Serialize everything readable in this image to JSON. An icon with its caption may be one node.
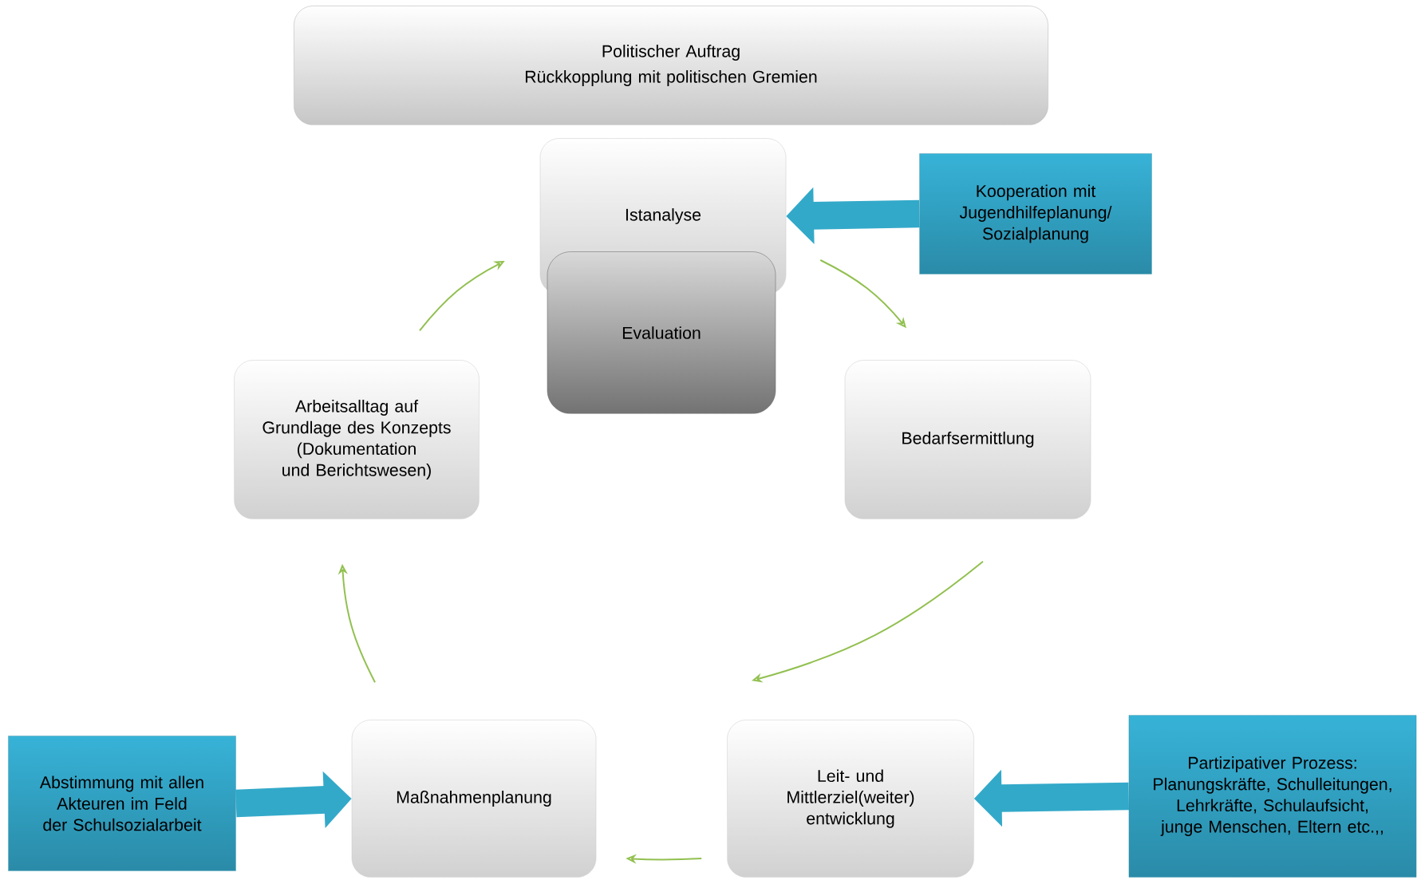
{
  "diagram": {
    "nodes": [
      {
        "text": [
          "Politischer Auftrag",
          "Rückkopplung mit politischen Gremien"
        ]
      },
      {
        "text": [
          "Istanalyse"
        ]
      },
      {
        "text": [
          "Evaluation"
        ]
      },
      {
        "text": [
          "Kooperation mit Jugendhilfeplanung/ Sozialplanung"
        ]
      },
      {
        "text": [
          "Bedarfsermittlung"
        ]
      },
      {
        "text": [
          "Leit- und Mittlerziel(weiter) entwicklung"
        ]
      },
      {
        "text": [
          "Partizipativer Prozess: Planungskräfte, Schulleitungen, Lehrkräfte, Schulaufsicht, junge Menschen, Eltern etc.,,"
        ]
      },
      {
        "text": [
          "Maßnahmenplanung"
        ]
      },
      {
        "text": [
          "Abstimmung mit allen Akteuren im Feld der Schulsozialarbeit"
        ]
      },
      {
        "text": [
          "Arbeitsalltag auf Grundlage des Konzepts (Dokumentation und Berichtswesen)"
        ]
      }
    ],
    "edges": [
      {
        "from": 1,
        "to": 4,
        "arrow": "to"
      },
      {
        "from": 4,
        "to": 5,
        "arrow": "to"
      },
      {
        "from": 5,
        "to": 7,
        "arrow": "to"
      },
      {
        "from": 7,
        "to": 9,
        "arrow": "to"
      },
      {
        "from": 9,
        "to": 1,
        "arrow": "to"
      },
      {
        "from": 3,
        "to": 1,
        "arrow": "to",
        "style": "thick",
        "color": "#33a9c9"
      },
      {
        "from": 6,
        "to": 5,
        "arrow": "to",
        "style": "thick",
        "color": "#33a9c9"
      },
      {
        "from": 8,
        "to": 7,
        "arrow": "to",
        "style": "thick",
        "color": "#33a9c9"
      }
    ]
  }
}
